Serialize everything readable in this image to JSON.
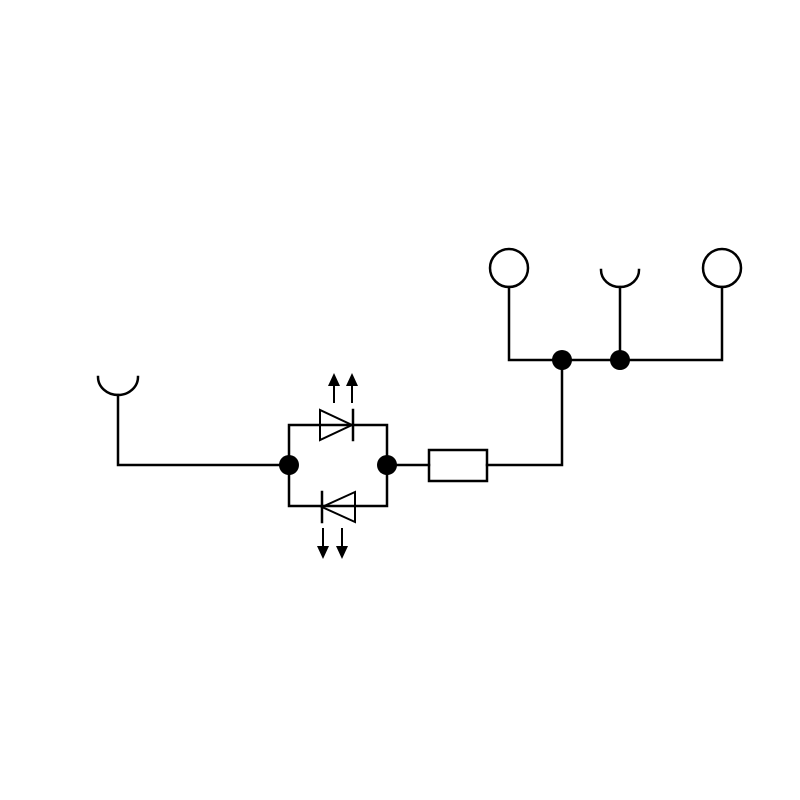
{
  "diagram": {
    "type": "terminal-block-circuit-symbol",
    "colors": {
      "background": "#ffffff",
      "stroke": "#000000"
    },
    "components": [
      {
        "id": "plug-terminal-left",
        "kind": "plug-contact"
      },
      {
        "id": "junction-left",
        "kind": "connection-node"
      },
      {
        "id": "led-upper",
        "kind": "light-emitting-diode",
        "direction": "right"
      },
      {
        "id": "led-lower",
        "kind": "light-emitting-diode",
        "direction": "left"
      },
      {
        "id": "junction-right",
        "kind": "connection-node"
      },
      {
        "id": "resistor",
        "kind": "resistor"
      },
      {
        "id": "junction-top-1",
        "kind": "connection-node"
      },
      {
        "id": "junction-top-2",
        "kind": "connection-node"
      },
      {
        "id": "screw-terminal-1",
        "kind": "screw-terminal"
      },
      {
        "id": "plug-terminal-top",
        "kind": "plug-contact"
      },
      {
        "id": "screw-terminal-2",
        "kind": "screw-terminal"
      }
    ]
  }
}
